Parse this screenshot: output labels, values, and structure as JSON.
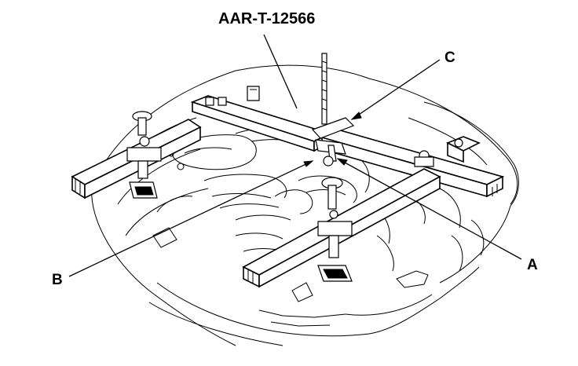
{
  "callouts": {
    "tool_number": "AAR-T-12566",
    "label_a": "A",
    "label_b": "B",
    "label_c": "C"
  }
}
